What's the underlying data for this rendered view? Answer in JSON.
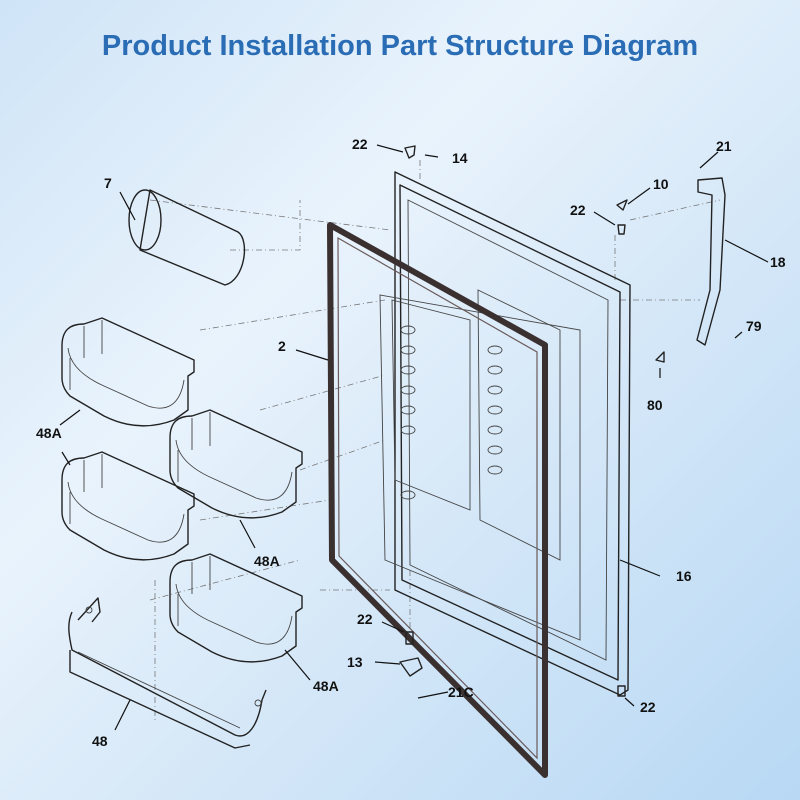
{
  "title": "Product Installation Part Structure Diagram",
  "labels": {
    "p22_top": "22",
    "p14": "14",
    "p7": "7",
    "p10": "10",
    "p21": "21",
    "p22_right": "22",
    "p18": "18",
    "p2": "2",
    "p79": "79",
    "p80": "80",
    "p48a_1": "48A",
    "p48a_2": "48A",
    "p48a_3": "48A",
    "p16": "16",
    "p22_mid": "22",
    "p13": "13",
    "p21c": "21C",
    "p22_bottom": "22",
    "p48": "48"
  }
}
